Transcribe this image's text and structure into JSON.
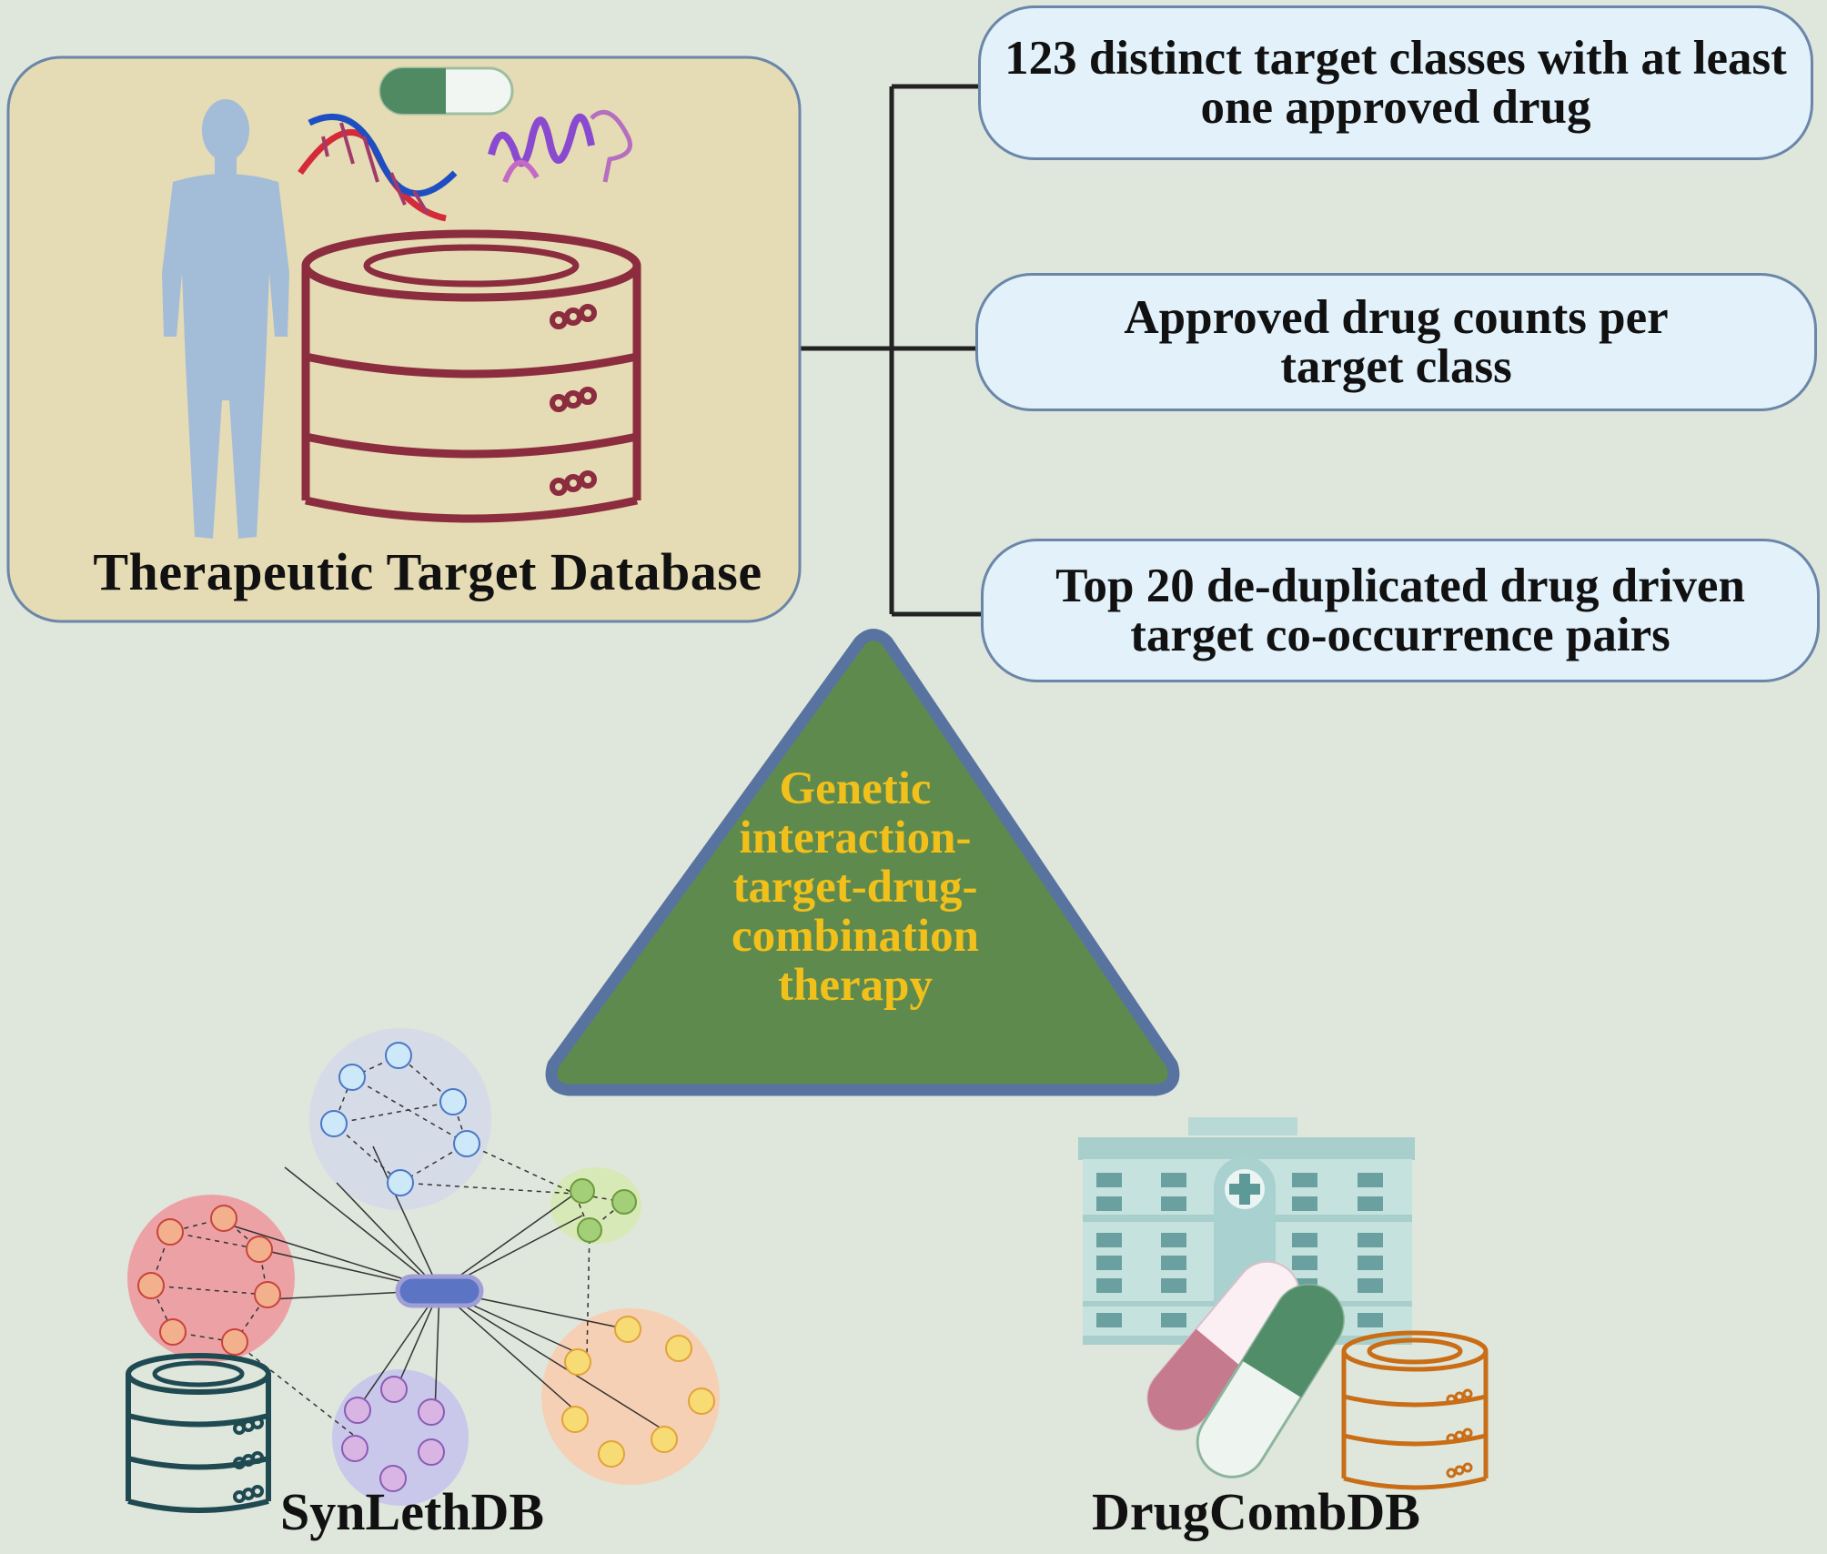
{
  "source_panel": {
    "title": "Therapeutic Target Database",
    "icons": [
      "human-body-icon",
      "capsule-icon",
      "dna-helix-icon",
      "protein-structure-icon",
      "database-icon"
    ]
  },
  "outputs": [
    {
      "text": "123 distinct target classes with at least one approved drug"
    },
    {
      "text": "Approved drug counts per target class"
    },
    {
      "text": "Top 20 de-duplicated drug driven target co-occurrence pairs"
    }
  ],
  "center": {
    "text": "Genetic interaction-target-drug-combination therapy",
    "lines": [
      "Genetic",
      "interaction-",
      "target-drug-",
      "combination",
      "therapy"
    ]
  },
  "sources": [
    {
      "label": "SynLethDB",
      "icons": [
        "network-graph-icon",
        "database-icon"
      ]
    },
    {
      "label": "DrugCombDB",
      "icons": [
        "hospital-icon",
        "capsules-icon",
        "database-icon"
      ]
    }
  ],
  "colors": {
    "background": "#dfe6dc",
    "ttd_panel": "#e5dbb4",
    "info_box": "#e2f1fa",
    "border": "#6a86a8",
    "triangle_fill": "#5f8a4e",
    "triangle_text": "#f2c01a",
    "ttd_db": "#8b2c3f",
    "syn_db": "#1f4a52",
    "dc_db": "#c96d16"
  }
}
